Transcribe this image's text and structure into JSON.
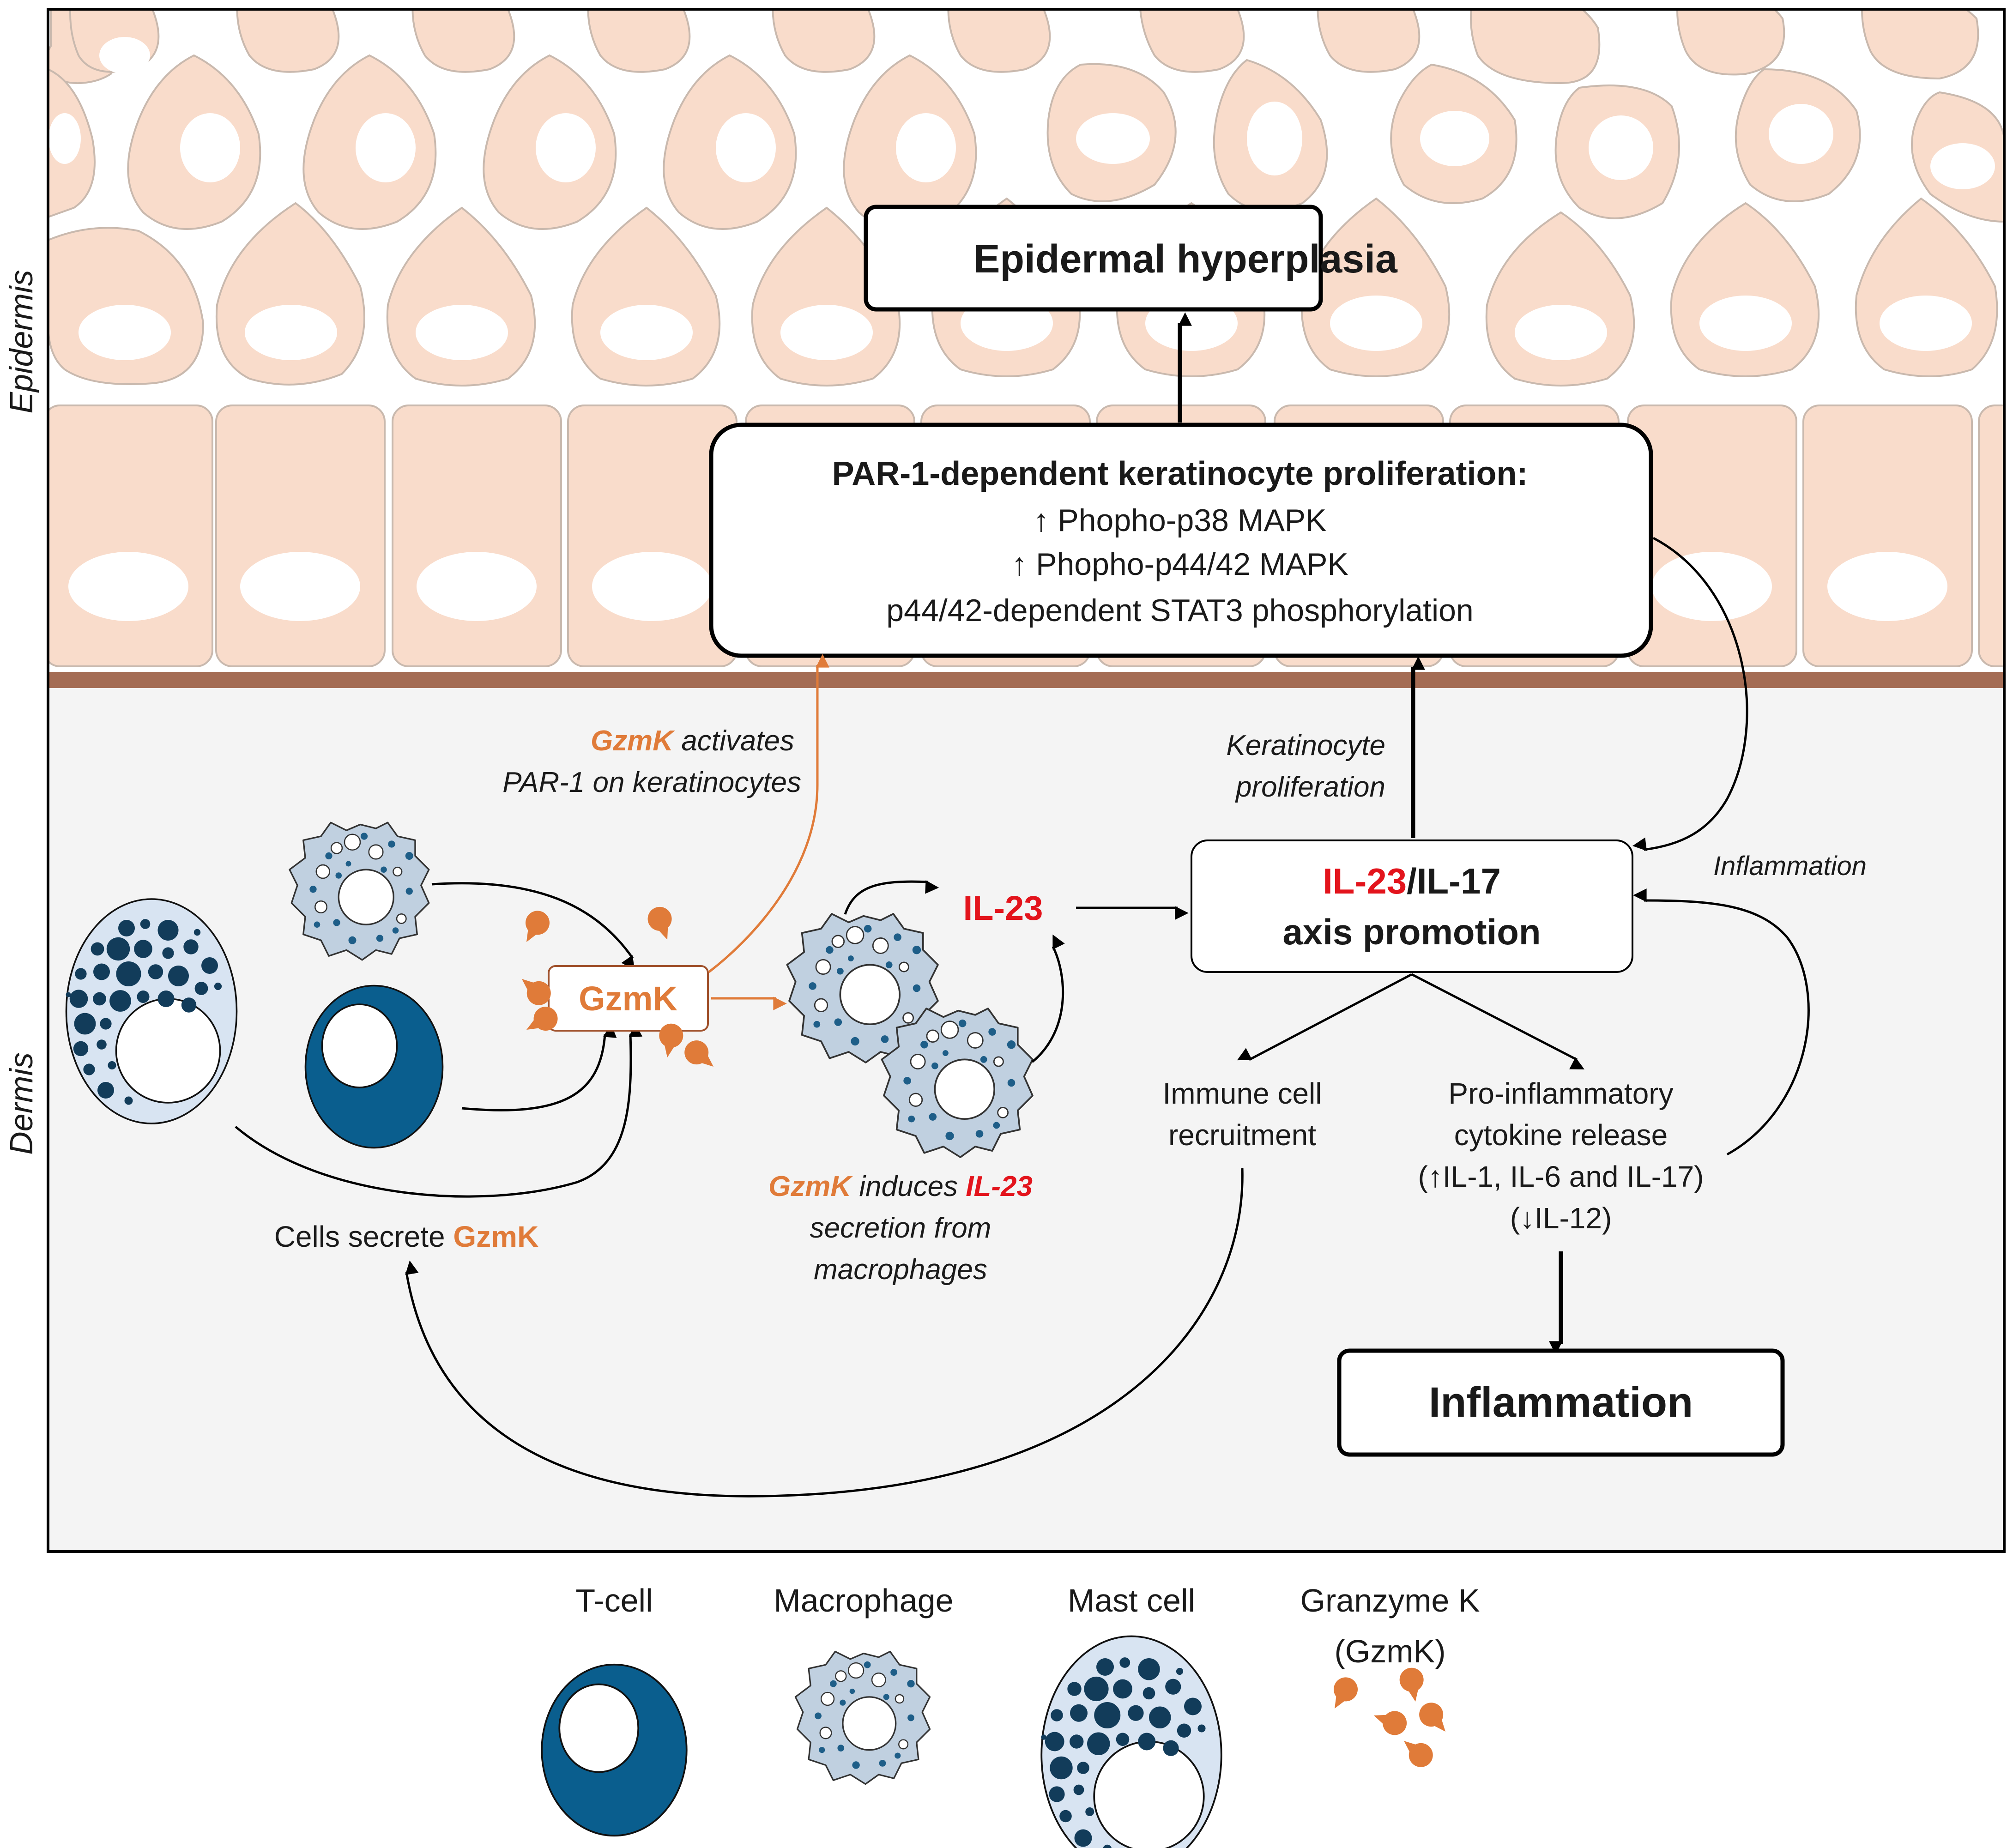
{
  "regions": {
    "epidermis": "Epidermis",
    "dermis": "Dermis"
  },
  "boxes": {
    "hyperplasia": "Epidermal hyperplasia",
    "par1_title": "PAR-1-dependent keratinocyte proliferation:",
    "par1_line1": "↑ Phopho-p38 MAPK",
    "par1_line2": "↑ Phopho-p44/42 MAPK",
    "par1_line3": "p44/42-dependent STAT3 phosphorylation",
    "axis_il23": "IL-23",
    "axis_il17": "/IL-17",
    "axis_line2": "axis promotion",
    "gzmk": "GzmK",
    "inflammation": "Inflammation"
  },
  "labels": {
    "il23": "IL-23",
    "gzmk_activates_1a": "GzmK",
    "gzmk_activates_1b": " activates",
    "gzmk_activates_2": "PAR-1 on keratinocytes",
    "kerat_prolif_1": "Keratinocyte",
    "kerat_prolif_2": "proliferation",
    "inflammation_arrow": "Inflammation",
    "immune_1": "Immune cell",
    "immune_2": "recruitment",
    "cytokine_1": "Pro-inflammatory",
    "cytokine_2": "cytokine release",
    "cytokine_3": "(↑IL-1, IL-6 and IL-17)",
    "cytokine_4": "(↓IL-12)",
    "induces_1a": "GzmK",
    "induces_1b": " induces ",
    "induces_1c": "IL-23",
    "induces_2": "secretion from",
    "induces_3": "macrophages",
    "secrete_a": "Cells secrete ",
    "secrete_b": "GzmK"
  },
  "legend": {
    "tcell": "T-cell",
    "macrophage": "Macrophage",
    "mast": "Mast cell",
    "granzyme_1": "Granzyme K",
    "granzyme_2": "(GzmK)"
  },
  "colors": {
    "keratinocyte": "#f9dccb",
    "basement_membrane": "#a46c54",
    "dermis": "#f4f4f4",
    "tcell": "#0a5e8e",
    "macrophage": "#c0d0e0",
    "mast_cell": "#d8e4f2",
    "granzyme": "#e07b39",
    "il23": "#e3141c"
  }
}
